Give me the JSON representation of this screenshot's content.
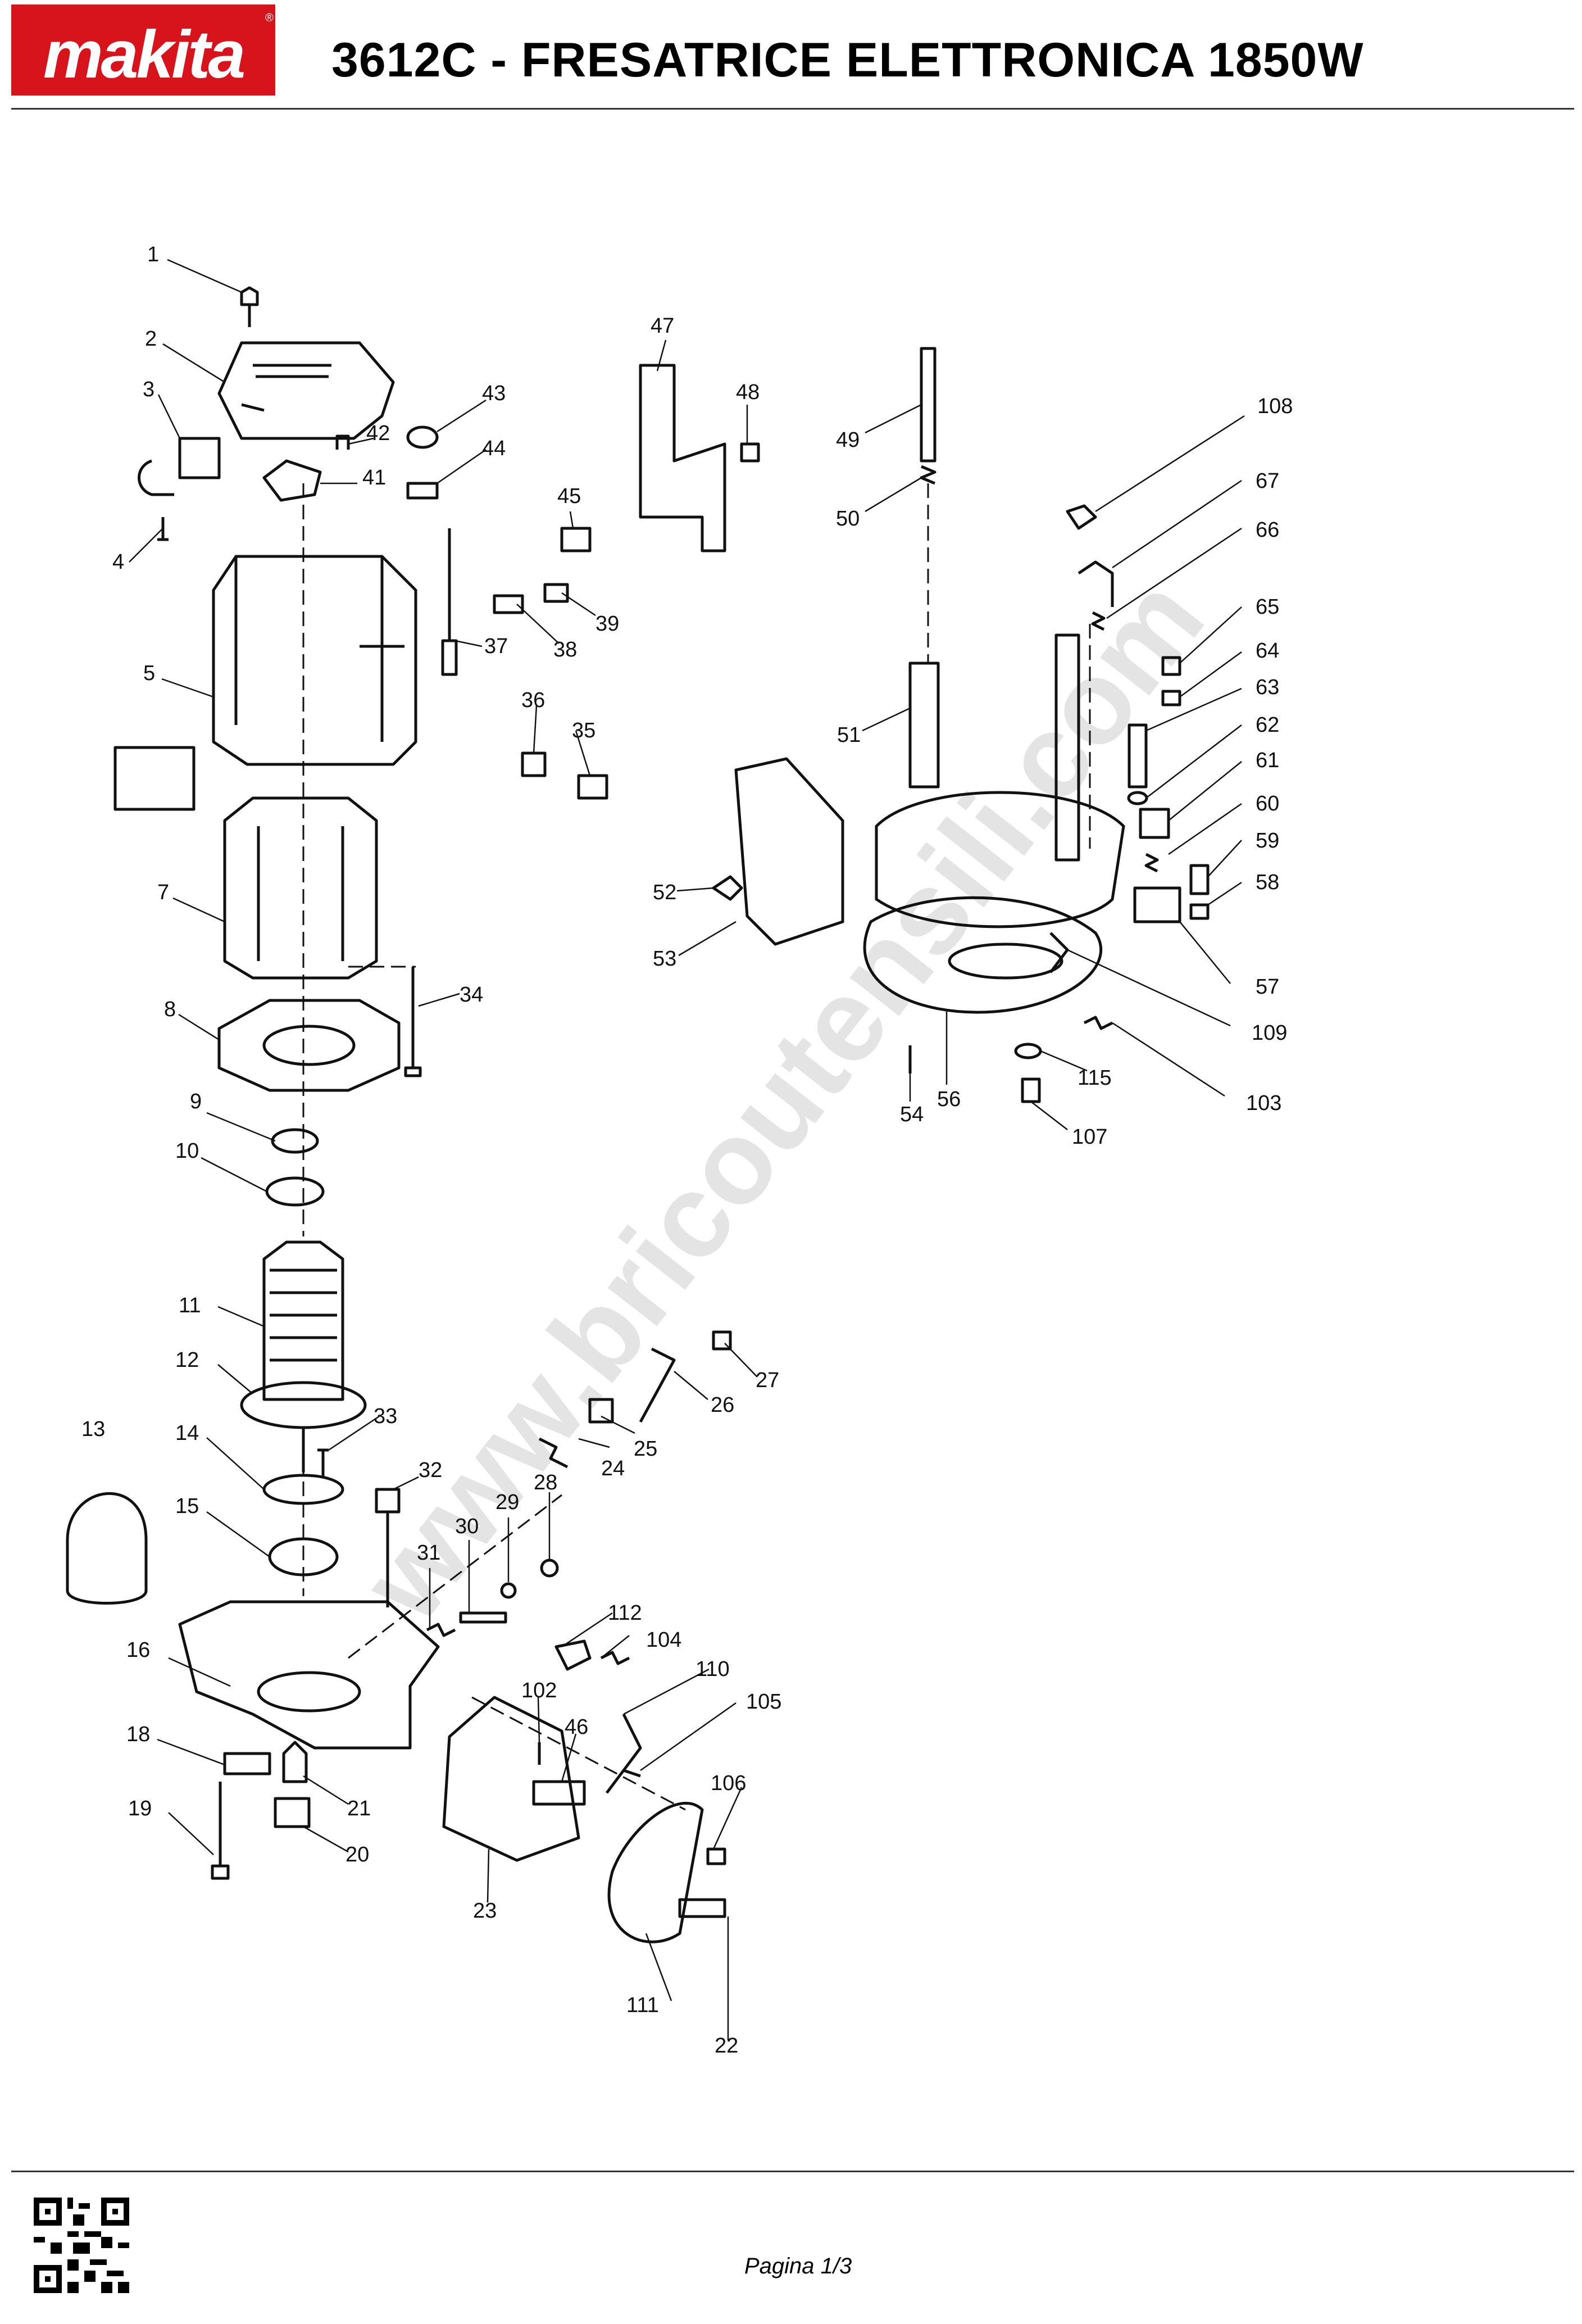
{
  "header": {
    "brand": "makita",
    "brand_color": "#d7141c",
    "title": "3612C - FRESATRICE ELETTRONICA 1850W"
  },
  "diagram": {
    "part_numbers": [
      "1",
      "2",
      "3",
      "4",
      "5",
      "7",
      "8",
      "9",
      "10",
      "11",
      "12",
      "13",
      "14",
      "15",
      "16",
      "18",
      "19",
      "20",
      "21",
      "22",
      "23",
      "24",
      "25",
      "26",
      "27",
      "28",
      "29",
      "30",
      "31",
      "32",
      "33",
      "34",
      "35",
      "36",
      "37",
      "38",
      "39",
      "41",
      "42",
      "43",
      "44",
      "45",
      "46",
      "47",
      "48",
      "49",
      "50",
      "51",
      "52",
      "53",
      "54",
      "56",
      "57",
      "58",
      "59",
      "60",
      "61",
      "62",
      "63",
      "64",
      "65",
      "66",
      "67",
      "102",
      "103",
      "104",
      "105",
      "106",
      "107",
      "108",
      "109",
      "110",
      "111",
      "112",
      "115"
    ],
    "watermark": "www.bricoutensili.com"
  },
  "footer": {
    "page": "Pagina 1/3",
    "qr_icon": "qr-code-icon"
  }
}
